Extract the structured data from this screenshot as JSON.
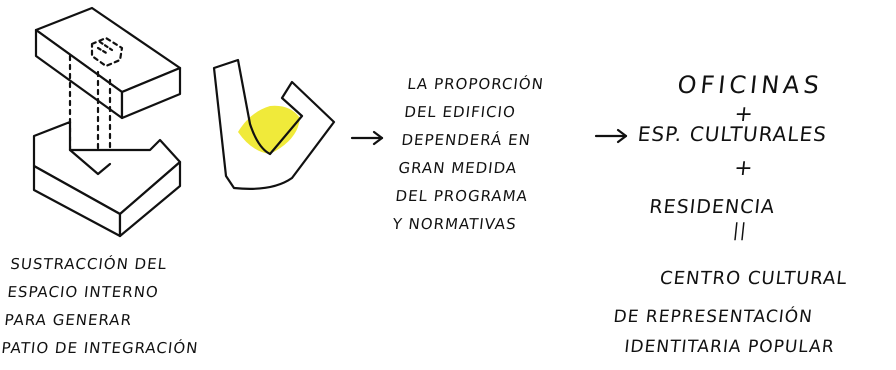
{
  "left_caption": [
    "SUSTRACCIÓN DEL",
    "ESPACIO INTERNO",
    "PARA GENERAR",
    "PATIO DE INTEGRACIÓN"
  ],
  "middle_caption": [
    "LA PROPORCIÓN",
    "DEL EDIFICIO",
    "DEPENDERÁ EN",
    "GRAN MEDIDA",
    "DEL PROGRAMA",
    "Y NORMATIVAS"
  ],
  "right_caption": {
    "line1": "OFICINAS",
    "plus1": "+",
    "line2": "ESP. CULTURALES",
    "plus2": "+",
    "line3": "RESIDENCIA",
    "equals": "||",
    "line4": "CENTRO CULTURAL",
    "line5": "DE REPRESENTACIÓN",
    "line6": "IDENTITARIA POPULAR"
  },
  "colors": {
    "ink": "#111111",
    "highlight": "#f0ea3a"
  },
  "icons": [
    "arrow-right-icon",
    "arrow-right-icon"
  ]
}
